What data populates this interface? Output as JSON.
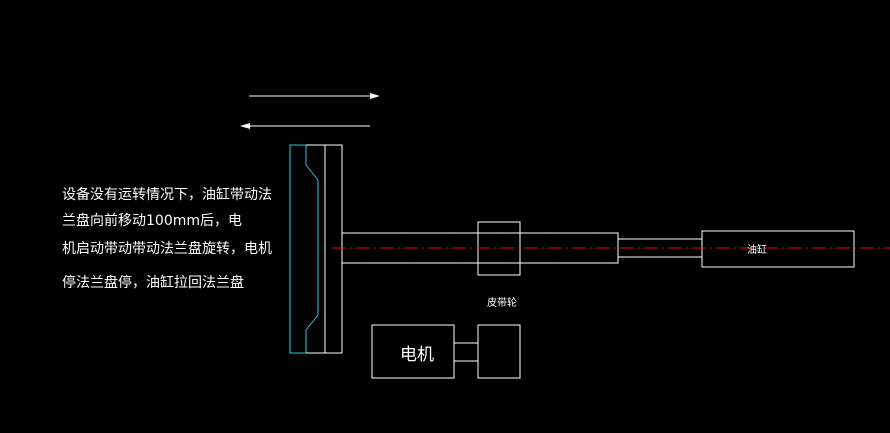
{
  "colors": {
    "background": "#000000",
    "line": "#ffffff",
    "flange_profile": "#29c6e0",
    "centerline": "#e0151b"
  },
  "note": {
    "lines": [
      "设备没有运转情况下，油缸带动法",
      "兰盘向前移动100mm后，电",
      "机启动带动带动法兰盘旋转，电机",
      "停法兰盘停，油缸拉回法兰盘"
    ]
  },
  "labels": {
    "cylinder": "油缸",
    "pulley": "皮带轮",
    "motor": "电机"
  },
  "arrows": {
    "forward": "right-arrow-icon",
    "return": "left-arrow-icon"
  }
}
